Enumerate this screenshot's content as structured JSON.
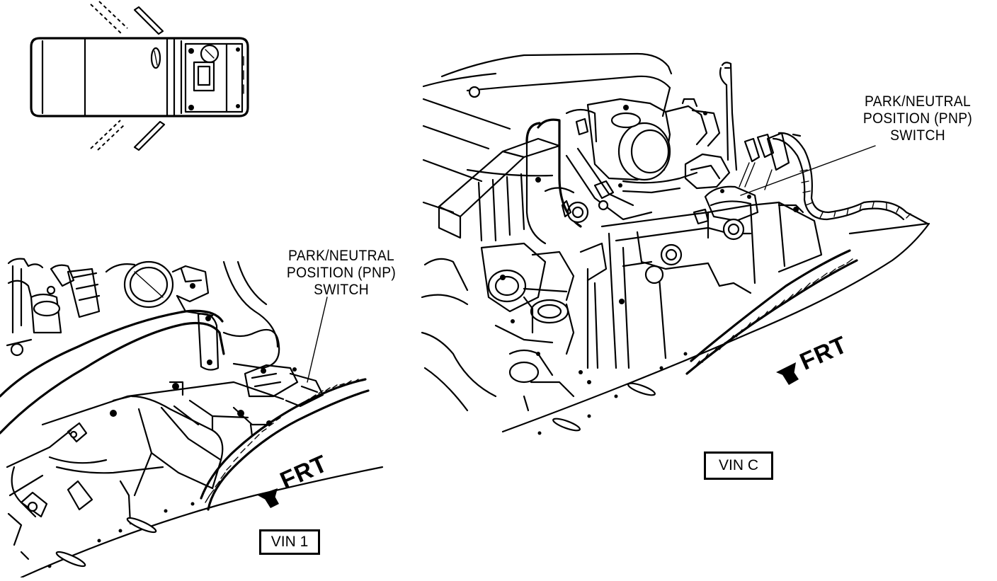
{
  "diagram": {
    "views": [
      {
        "id": "vin1",
        "vin_label": "VIN 1",
        "callout_lines": [
          "PARK/NEUTRAL",
          "POSITION (PNP)",
          "SWITCH"
        ],
        "direction_label": "FRT"
      },
      {
        "id": "vinC",
        "vin_label": "VIN C",
        "callout_lines": [
          "PARK/NEUTRAL",
          "POSITION (PNP)",
          "SWITCH"
        ],
        "direction_label": "FRT"
      }
    ]
  }
}
